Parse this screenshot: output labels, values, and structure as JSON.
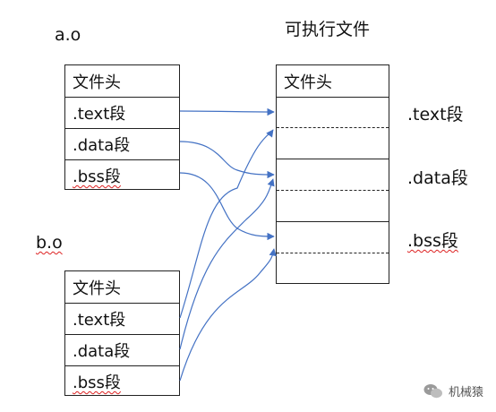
{
  "titles": {
    "ao": "a.o",
    "bo": "b.o",
    "exe": "可执行文件"
  },
  "ao_sections": [
    "文件头",
    ".text段",
    ".data段",
    ".bss段"
  ],
  "bo_sections": [
    "文件头",
    ".text段",
    ".data段",
    ".bss段"
  ],
  "exe": {
    "header": "文件头",
    "section_labels": [
      ".text段",
      ".data段",
      ".bss段"
    ]
  },
  "watermark": "机械猿",
  "colors": {
    "arrow": "#4472c4",
    "border": "#222222"
  }
}
